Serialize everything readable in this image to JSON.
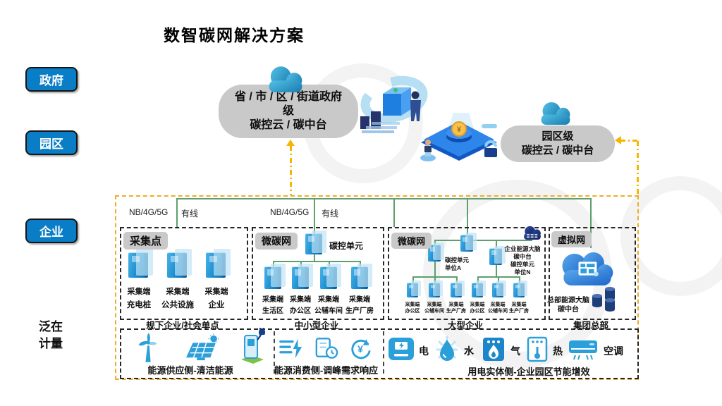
{
  "title": "数智碳网解决方案",
  "sidebar": {
    "buttons": [
      {
        "label": "政府"
      },
      {
        "label": "园区"
      },
      {
        "label": "企业"
      }
    ],
    "note_lines": [
      "泛在",
      "计量"
    ]
  },
  "clouds": {
    "gov": {
      "lines": [
        "省 / 市 / 区 / 街道政府",
        "级",
        "碳控云 / 碳中台"
      ]
    },
    "park": {
      "lines": [
        "园区级",
        "碳控云 / 碳中台"
      ]
    }
  },
  "links": {
    "nb1": "NB/4G/5G",
    "wired1": "有线",
    "nb2": "NB/4G/5G",
    "wired2": "有线"
  },
  "sections": [
    {
      "name": "采集点",
      "footer": "规下企业/社会单点",
      "devices": [
        {
          "label": "采集端",
          "sub": "充电桩"
        },
        {
          "label": "采集端",
          "sub": "公共设施"
        },
        {
          "label": "采集端",
          "sub": "企业"
        }
      ]
    },
    {
      "name": "微碳网",
      "unit": "碳控单元",
      "footer": "中小型企业",
      "devices": [
        {
          "label": "采集端",
          "sub": "生活区"
        },
        {
          "label": "采集端",
          "sub": "办公区"
        },
        {
          "label": "采集端",
          "sub": "公辅车间"
        },
        {
          "label": "采集端",
          "sub": "生产厂房"
        }
      ]
    },
    {
      "name": "微碳网",
      "footer": "大型企业",
      "unit_a_lines": [
        "碳控单元",
        "单位A"
      ],
      "brain_lines": [
        "企业能源大脑",
        "碳中台",
        "碳控单元",
        "单位N"
      ],
      "devices": [
        {
          "label": "采集端",
          "sub": "办公区"
        },
        {
          "label": "采集端",
          "sub": "公辅车间"
        },
        {
          "label": "采集端",
          "sub": "生产厂房"
        },
        {
          "label": "采集端",
          "sub": "办公区"
        },
        {
          "label": "采集端",
          "sub": "公辅车间"
        },
        {
          "label": "采集端",
          "sub": "生产厂房"
        }
      ]
    },
    {
      "name": "虚拟网",
      "footer": "集团总部",
      "label_lines": [
        "总部能源大脑",
        "碳中台"
      ]
    }
  ],
  "bottom": {
    "supply_label": "能源供应侧-清洁能源",
    "consume_label": "能源消费侧-调峰需求响应",
    "entity_label": "用电实体侧-企业园区节能增效",
    "meters": [
      {
        "label": "电"
      },
      {
        "label": "水"
      },
      {
        "label": "气"
      },
      {
        "label": "热"
      },
      {
        "label": "空调"
      }
    ]
  },
  "colors": {
    "accent_blue": "#0a7dc7",
    "bubble_gray": "#c9c9c9",
    "connector_green": "#5d9f6d",
    "dash_orange": "#eead2b",
    "icon_blue": "#2b9fd9"
  }
}
